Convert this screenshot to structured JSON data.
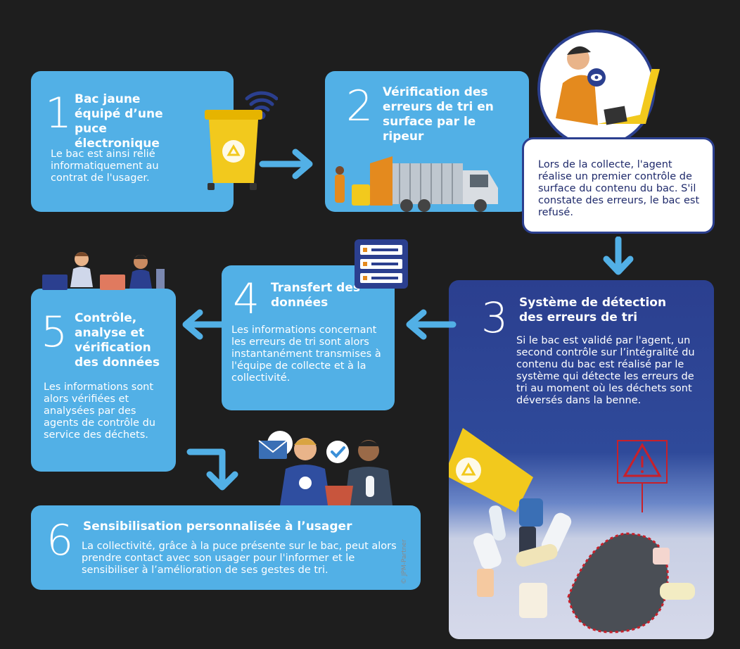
{
  "colors": {
    "background": "#1e1e1e",
    "card_blue": "#52b0e6",
    "card_navy": "#2b3f8f",
    "white_card_text": "#1f2a6b",
    "yellow": "#f2c91d",
    "alert_red": "#c8202a"
  },
  "steps": [
    {
      "number": "1",
      "title": "Bac jaune équipé d’une puce électronique",
      "body": "Le bac est ainsi relié informatiquement au contrat de l'usager."
    },
    {
      "number": "2",
      "title": "Vérification des erreurs de tri en surface par le ripeur",
      "body": "Lors de la collecte, l'agent réalise un premier contrôle de surface du contenu du bac. S'il constate des erreurs, le bac est refusé."
    },
    {
      "number": "3",
      "title": "Système de détection des erreurs de tri",
      "body": "Si le bac est validé par l'agent, un second contrôle sur l’intégralité du contenu du bac est réalisé par le système qui détecte les erreurs de tri au moment où les déchets sont déversés dans la benne."
    },
    {
      "number": "4",
      "title": "Transfert des données",
      "body": "Les informations concernant les erreurs de tri sont alors instantanément transmises à l'équipe de collecte et à la collectivité."
    },
    {
      "number": "5",
      "title": "Contrôle, analyse et vérification des données",
      "body": "Les informations sont alors vérifiées et analysées par des agents de contrôle du service des déchets."
    },
    {
      "number": "6",
      "title": "Sensibilisation personnalisée à l’usager",
      "body": "La collectivité, grâce à la puce présente sur le bac, peut alors prendre contact avec son usager pour l'informer et le sensibiliser à l’amélioration de ses gestes de tri."
    }
  ],
  "credit": "© JPM-Partner",
  "icons": [
    "wifi-icon",
    "recycle-icon",
    "eye-icon",
    "server-icon",
    "mail-icon",
    "check-icon",
    "warning-icon"
  ]
}
